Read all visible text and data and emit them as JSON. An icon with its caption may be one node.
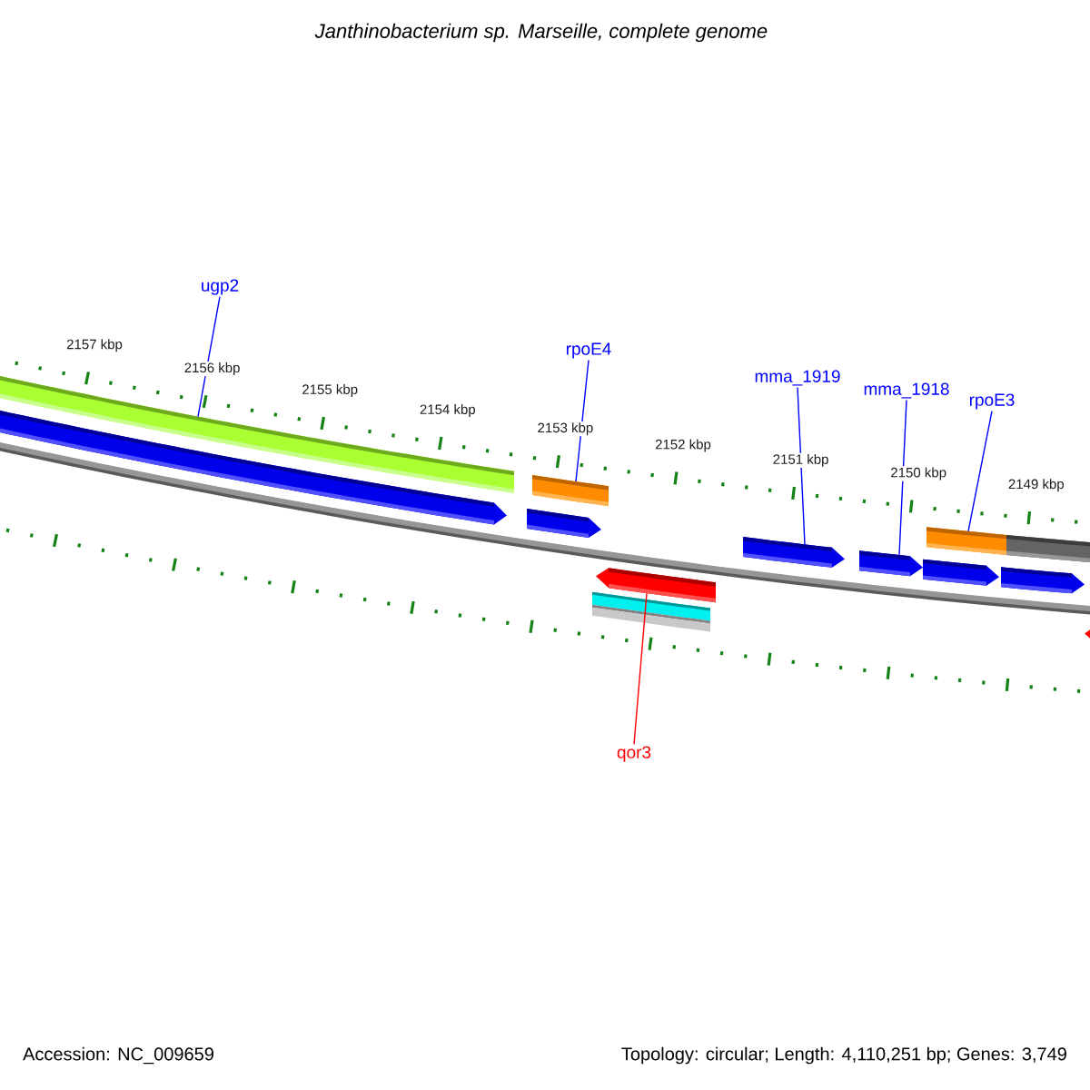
{
  "diagram": {
    "title": "Janthinobacterium sp. Marseille, complete genome",
    "nodes": [
      {
        "text": [
          "ugp2"
        ]
      },
      {
        "text": [
          "rpoE4"
        ]
      },
      {
        "text": [
          "mma_1919"
        ]
      },
      {
        "text": [
          "mma_1918"
        ]
      },
      {
        "text": [
          "rpoE3"
        ]
      },
      {
        "text": [
          "qor3"
        ]
      },
      {
        "text": [],
        "shape": "bar"
      },
      {
        "text": [],
        "shape": "bar"
      },
      {
        "text": [],
        "shape": "bar"
      },
      {
        "text": [],
        "shape": "bar"
      },
      {
        "text": [],
        "shape": "bar"
      },
      {
        "text": [],
        "shape": "bar"
      },
      {
        "text": [],
        "shape": "bar"
      },
      {
        "text": [],
        "shape": "bar"
      },
      {
        "text": [],
        "shape": "bar"
      },
      {
        "text": [],
        "shape": "bar"
      },
      {
        "text": [],
        "shape": "bar"
      },
      {
        "text": [],
        "shape": "bar"
      },
      {
        "text": [],
        "shape": "bar"
      }
    ],
    "edges": [
      {
        "from": 0,
        "to": 6,
        "arrow": "none"
      },
      {
        "from": 1,
        "to": 7,
        "arrow": "none"
      },
      {
        "from": 2,
        "to": 8,
        "arrow": "none"
      },
      {
        "from": 3,
        "to": 9,
        "arrow": "none"
      },
      {
        "from": 4,
        "to": 10,
        "arrow": "none"
      },
      {
        "from": 5,
        "to": 11,
        "arrow": "none",
        "color": "#ff0000"
      }
    ],
    "labels": [
      "2157 kbp",
      "2156 kbp",
      "2155 kbp",
      "2154 kbp",
      "2153 kbp",
      "2152 kbp",
      "2151 kbp",
      "2150 kbp",
      "2149 kbp",
      "Accession: NC_009659",
      "Topology: circular; Length: 4,110,251 bp; Genes: 3,749"
    ]
  }
}
